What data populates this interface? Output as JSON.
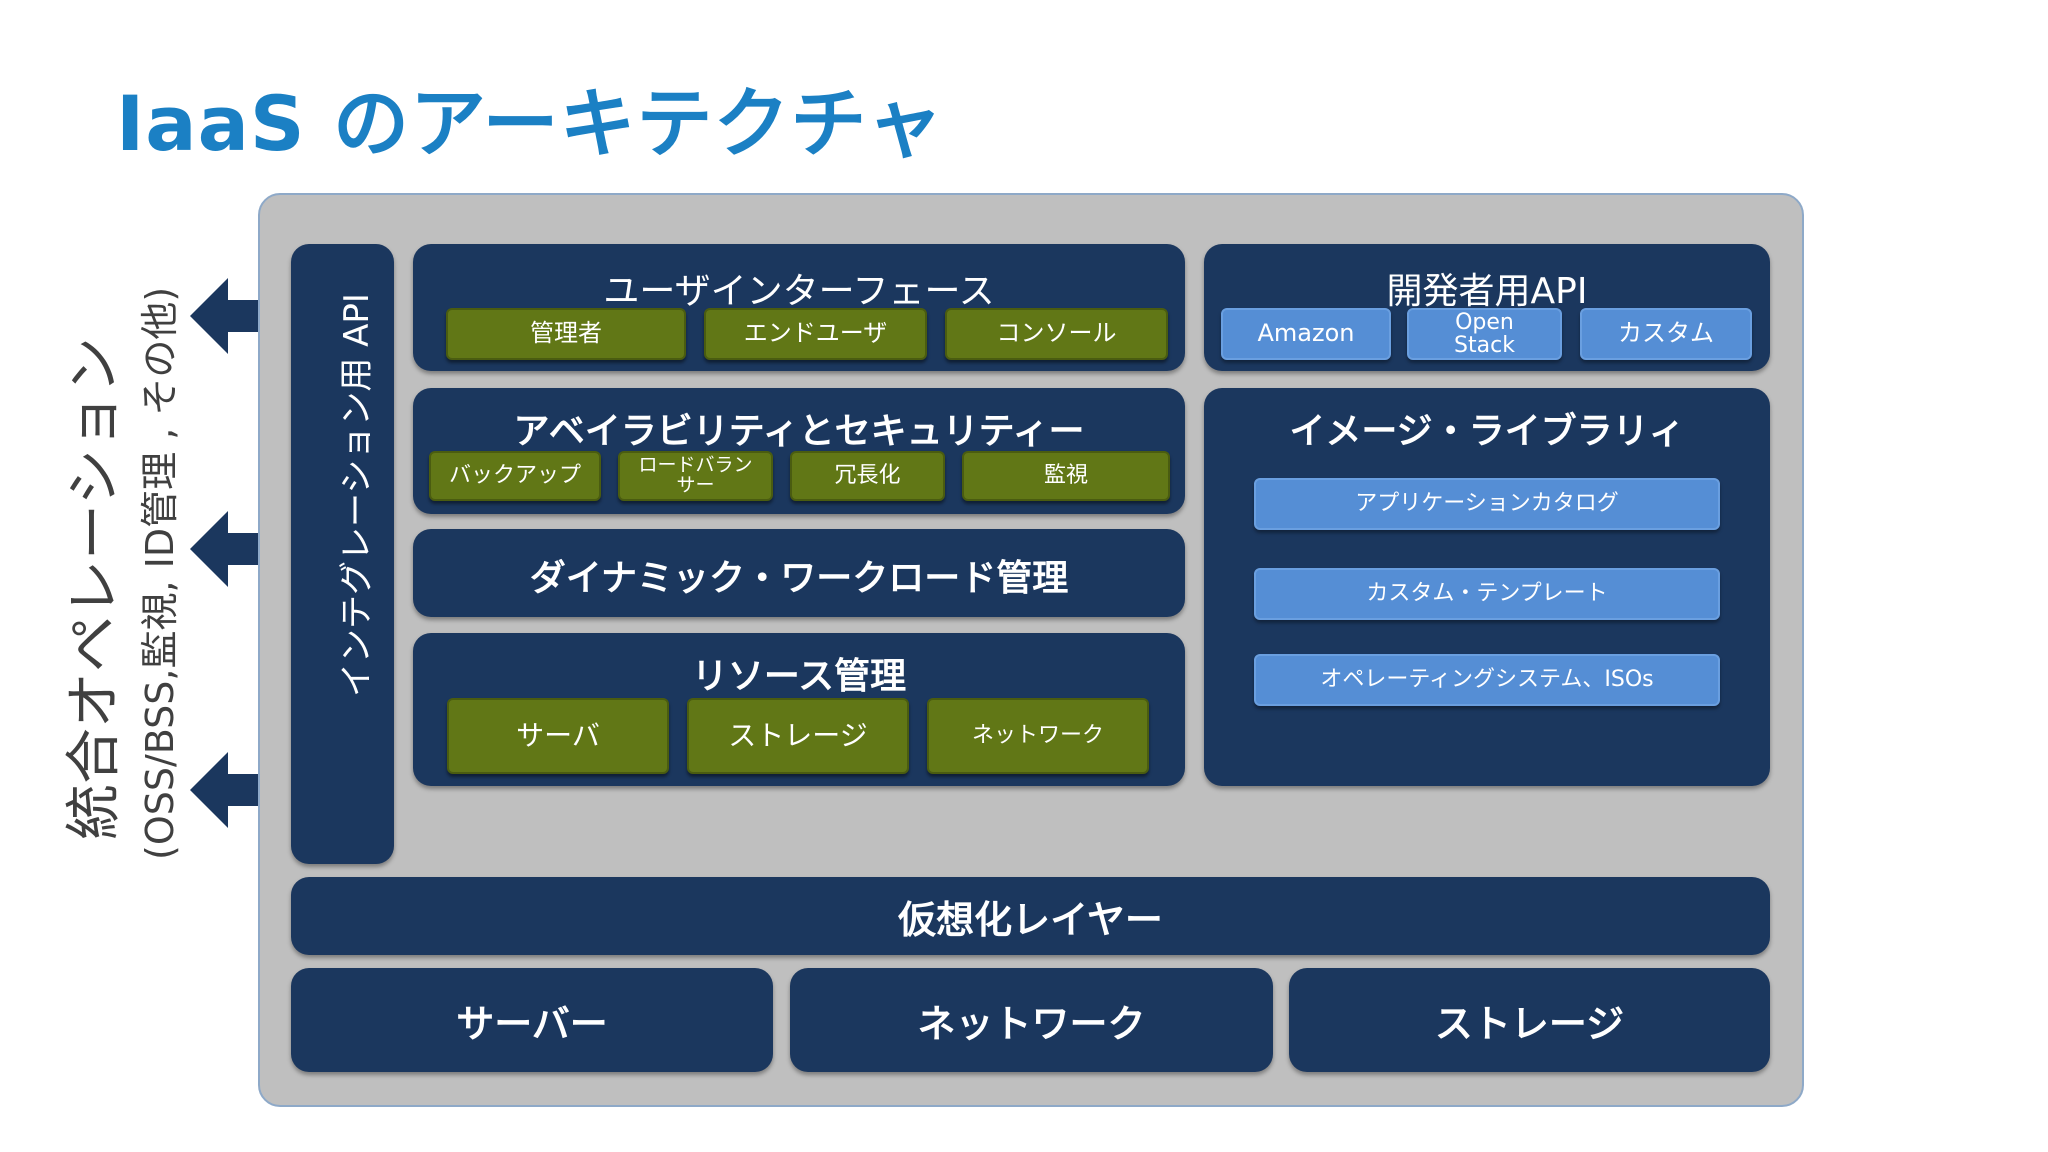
{
  "title": "IaaS のアーキテクチャ",
  "side_label": {
    "main": "統合オペレーション",
    "sub": "(OSS/BSS,監視, ID管理 , その他)"
  },
  "integration_api": "インテグレーション用 API",
  "user_interface": {
    "header": "ユーザインターフェース",
    "items": [
      "管理者",
      "エンドユーザ",
      "コンソール"
    ]
  },
  "developer_api": {
    "header": "開発者用API",
    "items": [
      "Amazon",
      "Open\nStack",
      "カスタム"
    ]
  },
  "availability_security": {
    "header": "アベイラビリティとセキュリティー",
    "items": [
      "バックアップ",
      "ロードバラン\nサー",
      "冗長化",
      "監視"
    ]
  },
  "image_library": {
    "header": "イメージ・ライブラリィ",
    "items": [
      "アプリケーションカタログ",
      "カスタム・テンプレート",
      "オペレーティングシステム、ISOs"
    ]
  },
  "dynamic_workload": {
    "header": "ダイナミック・ワークロード管理"
  },
  "resource_management": {
    "header": "リソース管理",
    "items": [
      "サーバ",
      "ストレージ",
      "ネットワーク"
    ]
  },
  "virtualization_layer": "仮想化レイヤー",
  "infrastructure": [
    "サーバー",
    "ネットワーク",
    "ストレージ"
  ],
  "colors": {
    "title": "#1b80c4",
    "dark_box": "#1b375e",
    "green_button": "#617716",
    "blue_button": "#558ed5",
    "outer_panel": "#bfbfbf"
  }
}
